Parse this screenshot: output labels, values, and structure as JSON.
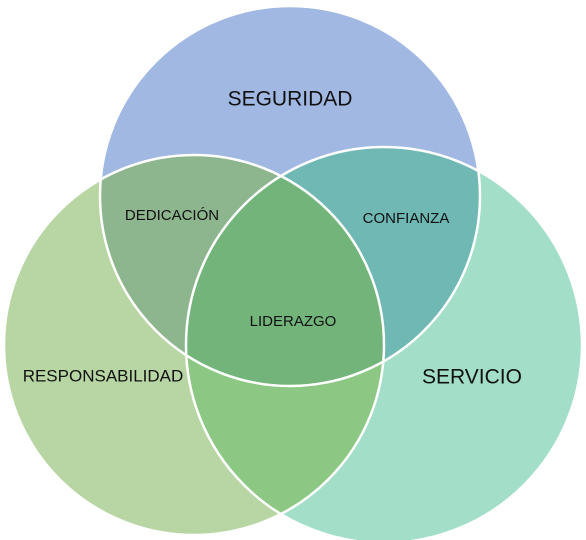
{
  "diagram": {
    "type": "venn",
    "circles": [
      {
        "id": "top",
        "label": "SEGURIDAD",
        "color": "#a1b8e3"
      },
      {
        "id": "left",
        "label": "RESPONSABILIDAD",
        "color": "#b8d6a3"
      },
      {
        "id": "right",
        "label": "SERVICIO",
        "color": "#a2dec8"
      }
    ],
    "intersections": {
      "top_left": {
        "label": "DEDICACIÓN",
        "color": "#8db58e"
      },
      "top_right": {
        "label": "CONFIANZA",
        "color": "#6fb8b4"
      },
      "left_right": {
        "color": "#8cc784"
      },
      "center": {
        "label": "LIDERAZGO",
        "color": "#72b47a"
      }
    },
    "outline_color": "#ffffff"
  }
}
